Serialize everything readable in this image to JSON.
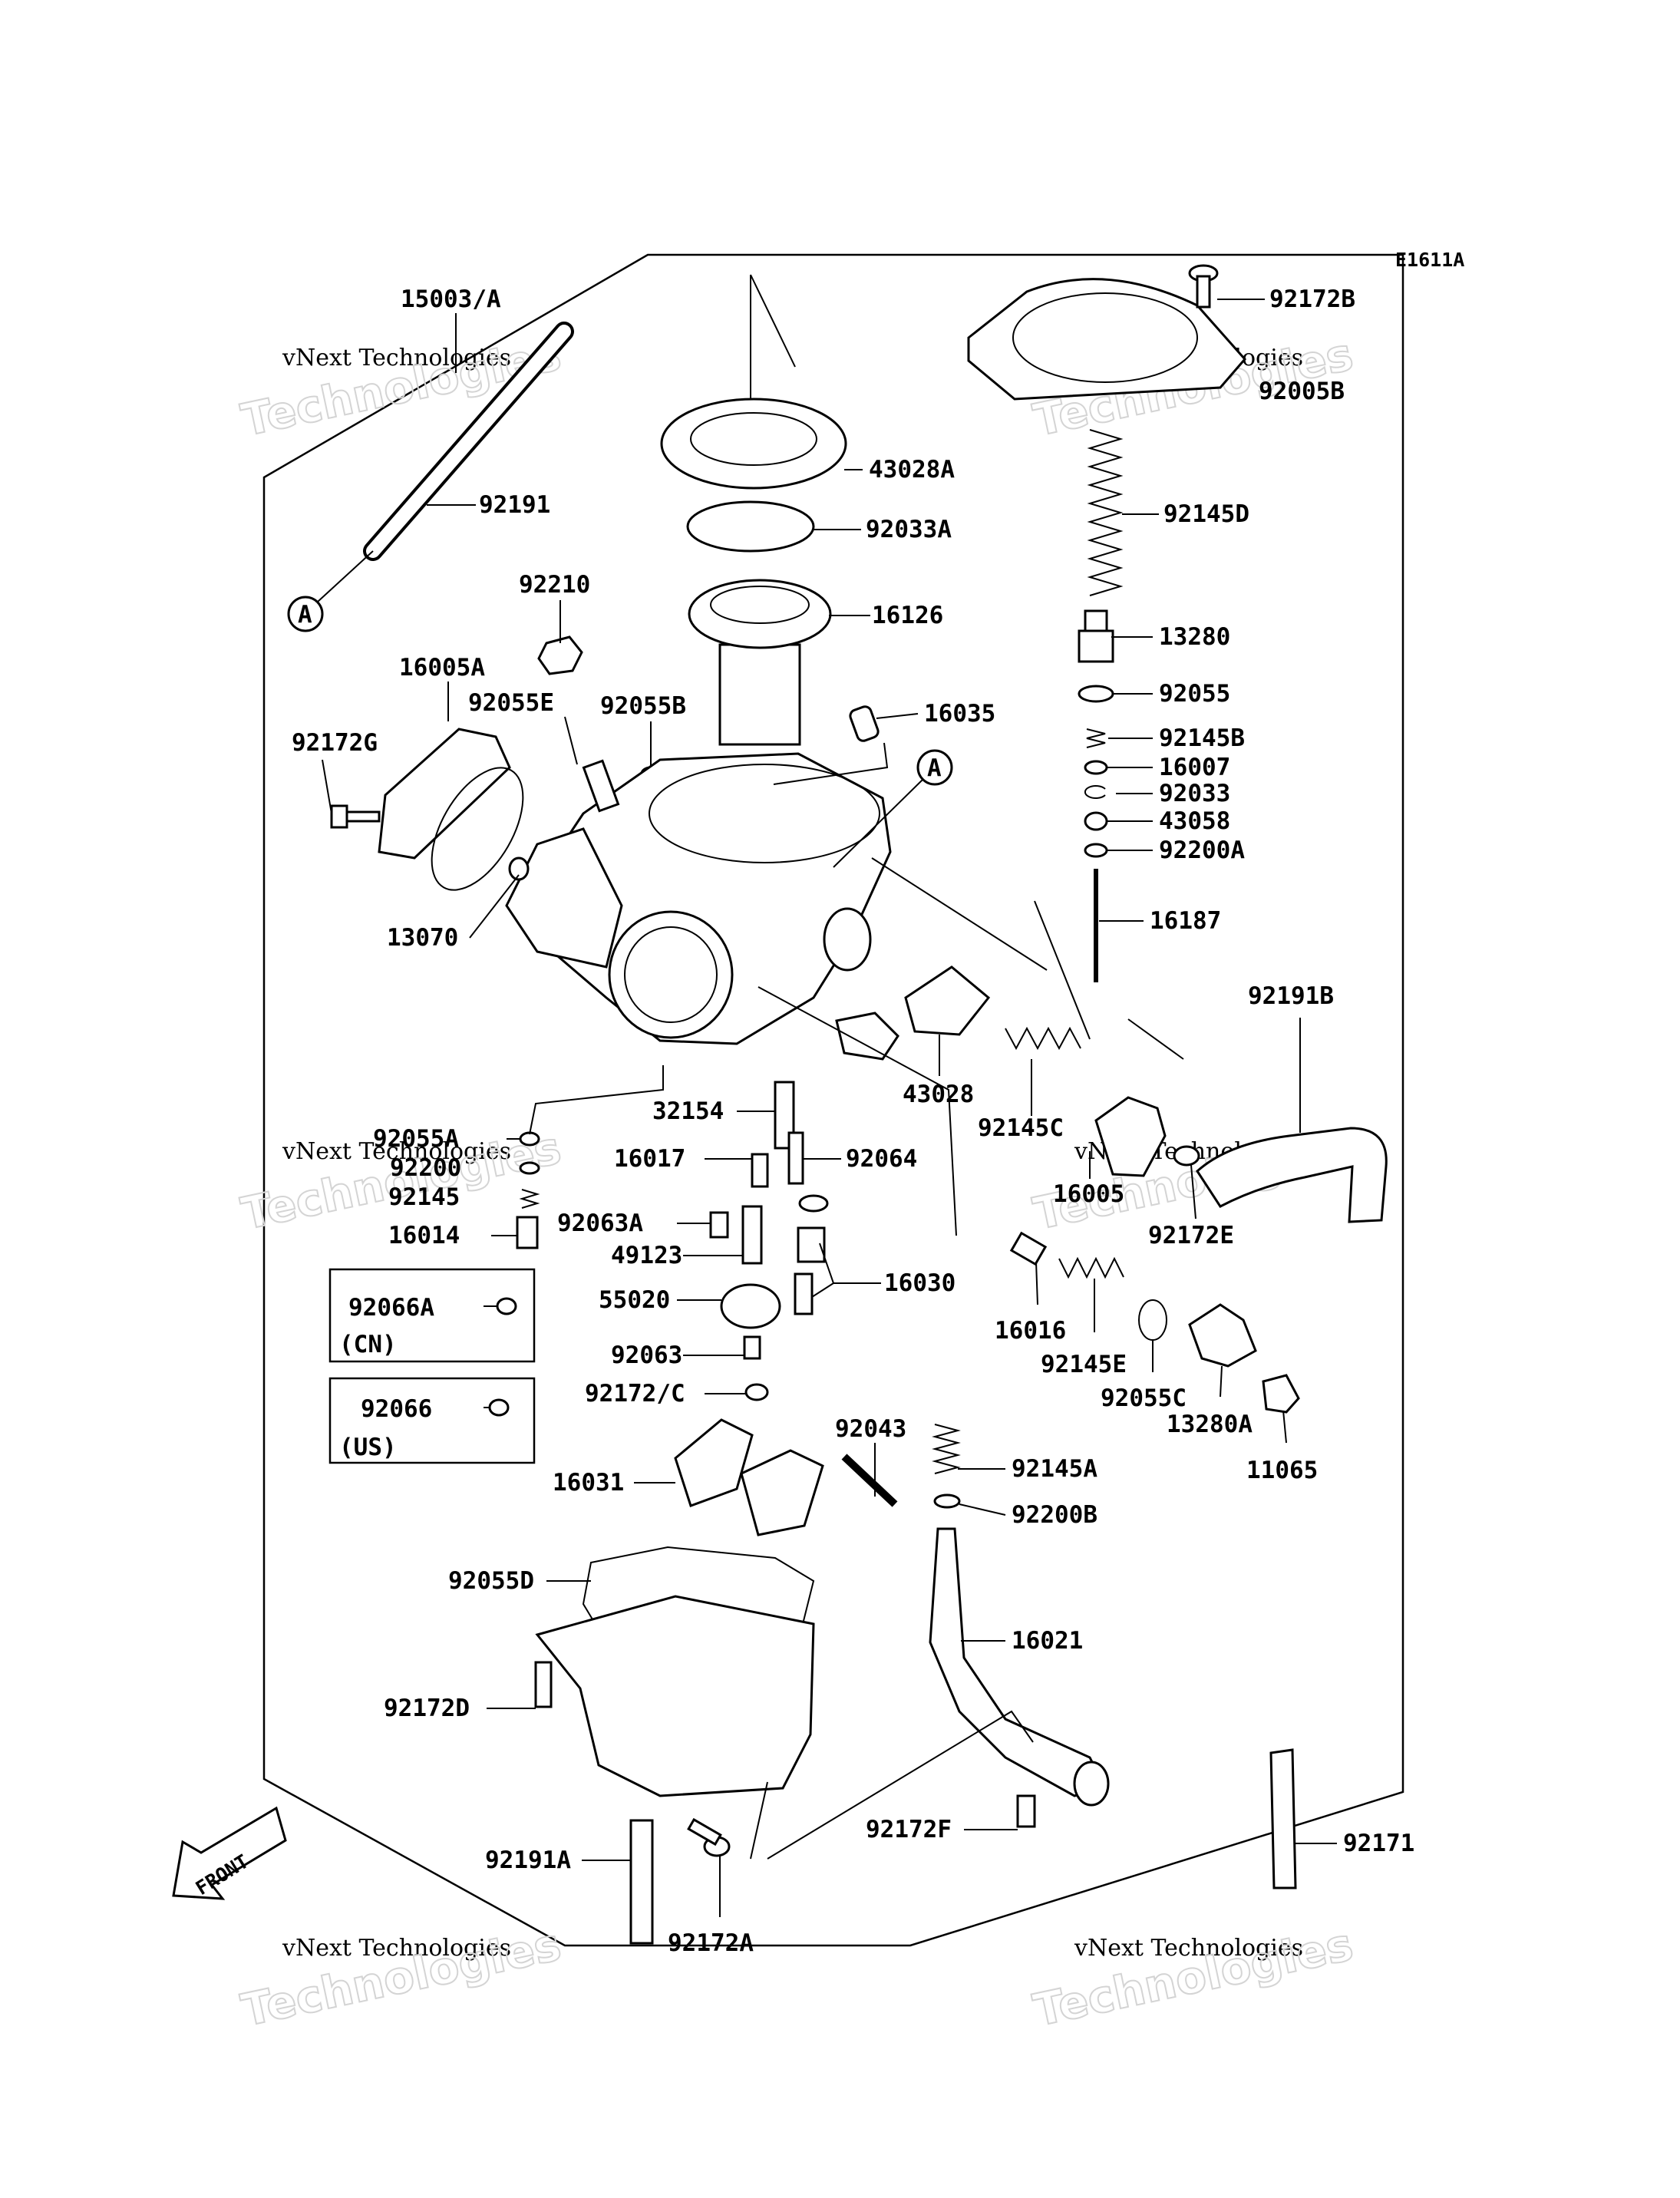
{
  "diagram_code": "E1611A",
  "front_label": "FRONT",
  "watermark": {
    "company": "vNext Technologies",
    "word": "Technologies"
  },
  "callouts": {
    "A_top": "A",
    "A_body": "A"
  },
  "regions": {
    "cn": "(CN)",
    "us": "(US)"
  },
  "parts": [
    "15003/A",
    "92191",
    "43028A",
    "92033A",
    "16126",
    "92172B",
    "92005B",
    "92145D",
    "13280",
    "92055",
    "92145B",
    "16007",
    "92033",
    "43058",
    "92200A",
    "16187",
    "92210",
    "16005A",
    "92055E",
    "92055B",
    "16035",
    "92172G",
    "13070",
    "43028",
    "92191B",
    "32154",
    "92145C",
    "92055A",
    "92200",
    "16017",
    "92064",
    "16005",
    "92145",
    "92172E",
    "16014",
    "92063A",
    "49123",
    "16030",
    "55020",
    "16016",
    "92145E",
    "92066A",
    "92063",
    "92055C",
    "92172/C",
    "13280A",
    "11065",
    "92066",
    "92043",
    "92145A",
    "16031",
    "92200B",
    "92055D",
    "16021",
    "92172D",
    "92172F",
    "92171",
    "92191A",
    "92172A"
  ]
}
